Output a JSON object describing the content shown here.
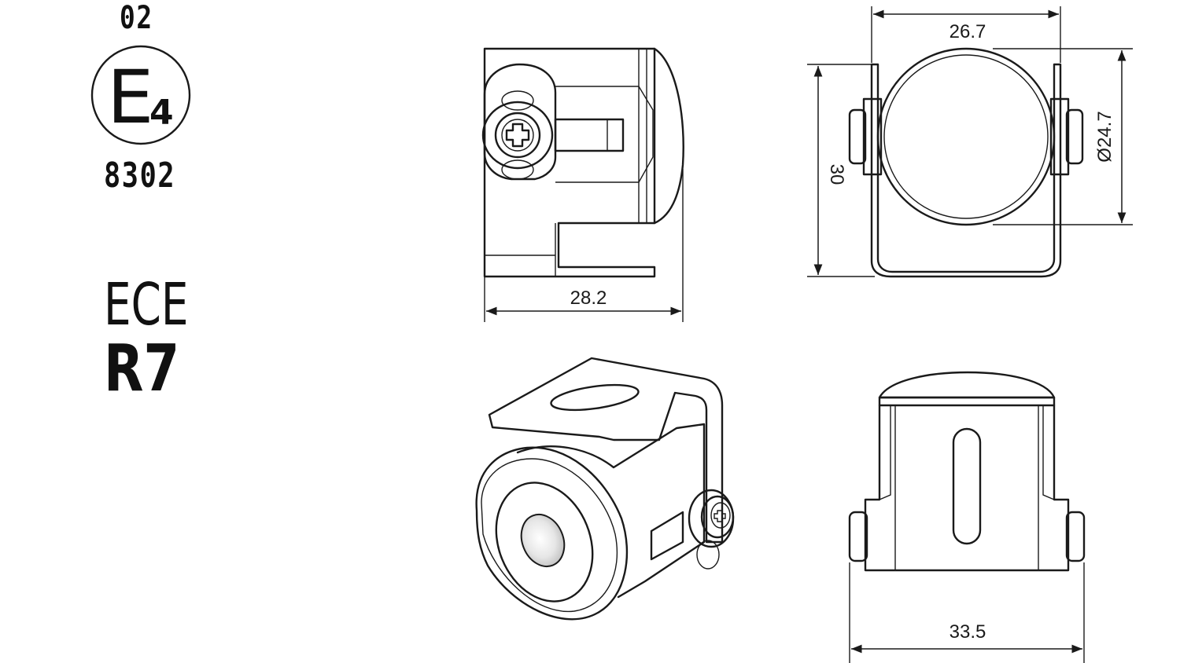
{
  "approval_mark": {
    "code_top": "02",
    "letter": "E",
    "country_number": "4",
    "code_bottom": "8302"
  },
  "regulation": {
    "standard": "ECE",
    "number": "R7"
  },
  "dimensions": {
    "side_width": "28.2",
    "front_width": "26.7",
    "front_height": "30",
    "lens_diameter": "Ø24.7",
    "rear_width": "33.5"
  }
}
